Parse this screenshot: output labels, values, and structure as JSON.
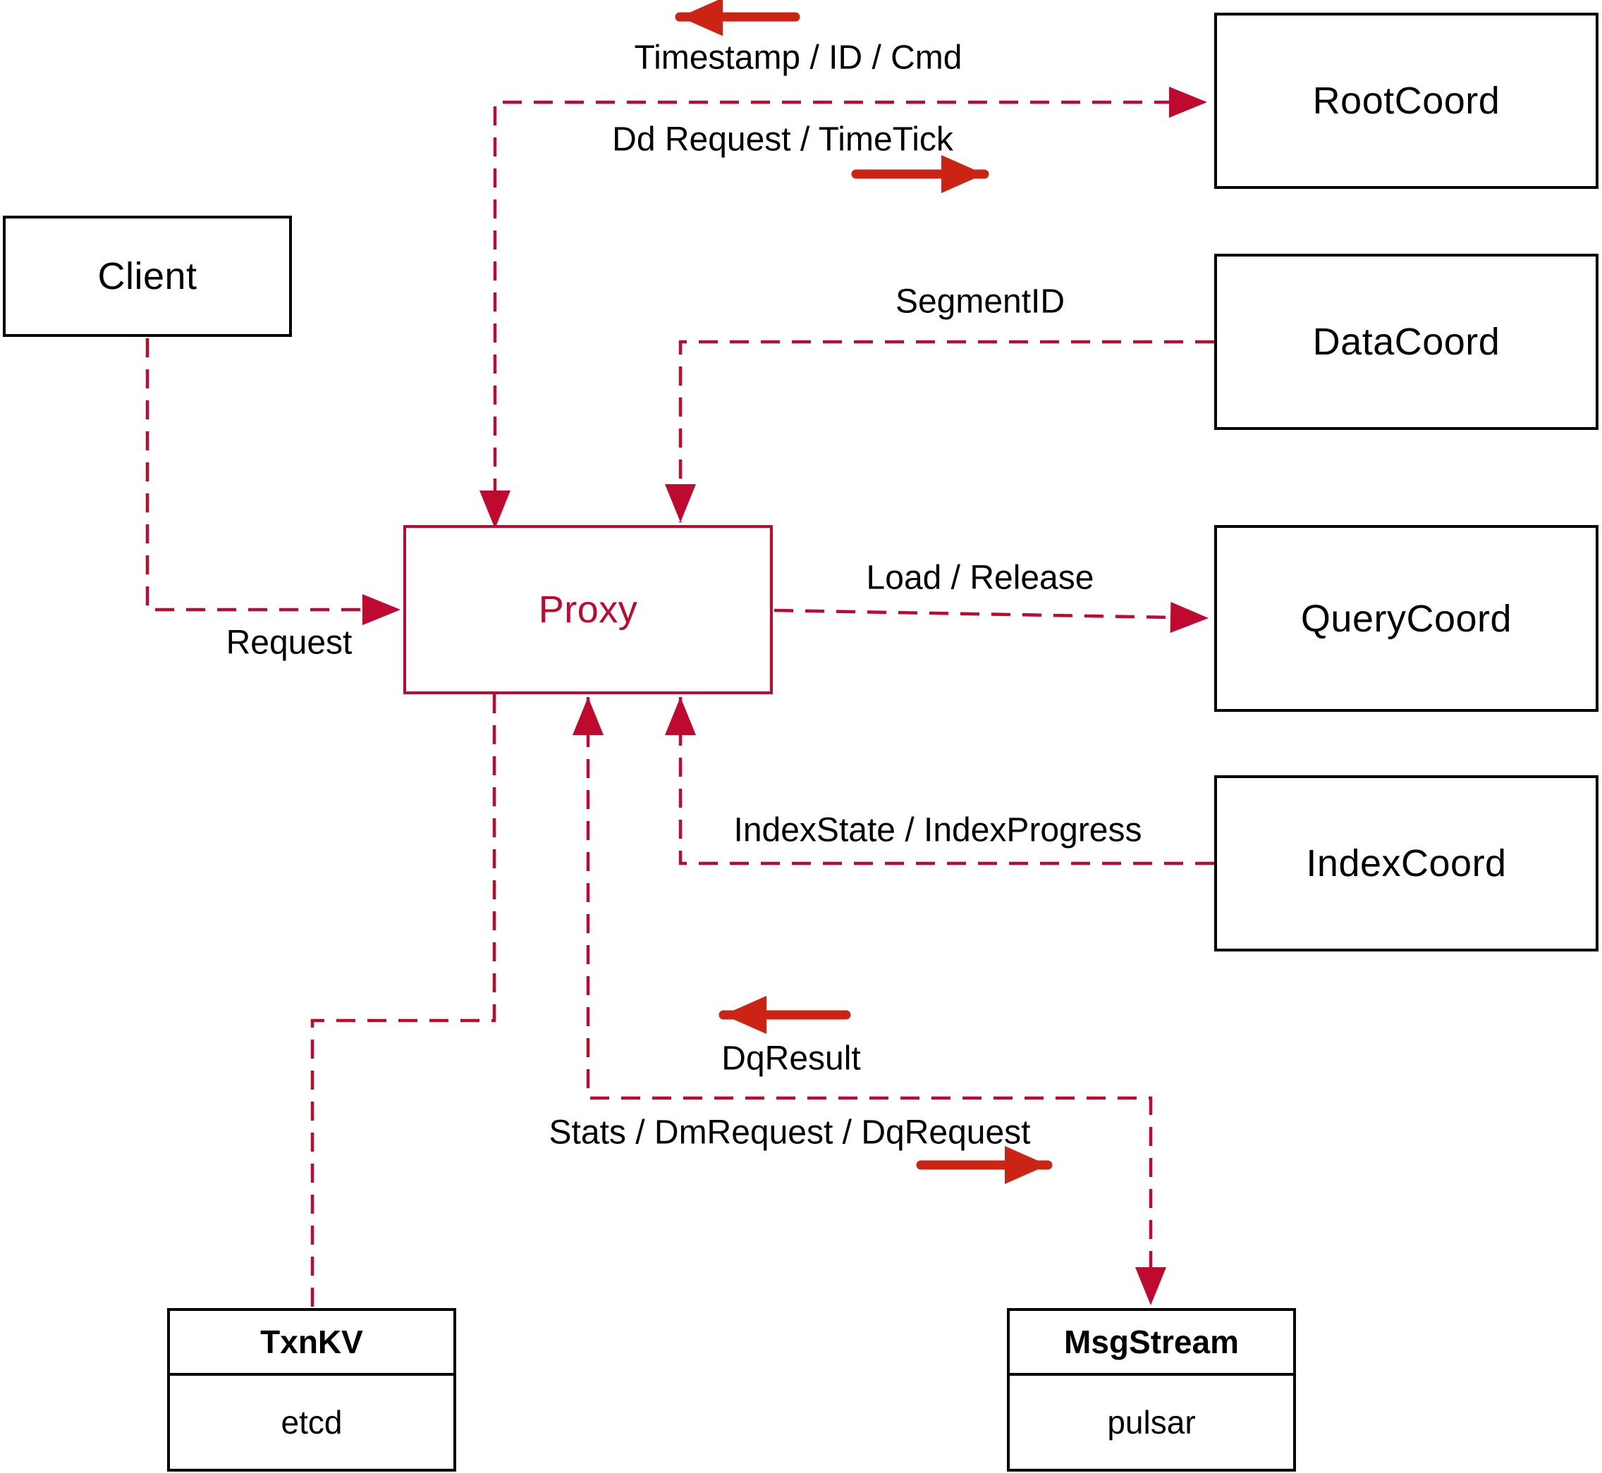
{
  "diagram": {
    "title_hint": "Proxy interaction diagram",
    "colors": {
      "dashed_line": "#bd0a2e",
      "solid_arrow": "#cc2414",
      "box_border": "#000000",
      "text": "#000000",
      "background": "#ffffff",
      "proxy_accent": "#bd0a2e"
    },
    "nodes": {
      "client": {
        "label": "Client"
      },
      "root_coord": {
        "label": "RootCoord"
      },
      "data_coord": {
        "label": "DataCoord"
      },
      "query_coord": {
        "label": "QueryCoord"
      },
      "index_coord": {
        "label": "IndexCoord"
      },
      "proxy": {
        "label": "Proxy"
      },
      "txn_kv": {
        "title": "TxnKV",
        "impl": "etcd"
      },
      "msg_stream": {
        "title": "MsgStream",
        "impl": "pulsar"
      }
    },
    "edges": [
      {
        "from": "client",
        "to": "proxy",
        "label": "Request",
        "style": "dashed-arrow"
      },
      {
        "from": "proxy",
        "to": "root_coord",
        "style": "dashed-double-arrow",
        "messages": [
          {
            "text": "Timestamp / ID / Cmd",
            "direction": "to-proxy",
            "arrow_icon": "left-arrow"
          },
          {
            "text": "Dd Request / TimeTick",
            "direction": "to-rootcoord",
            "arrow_icon": "right-arrow"
          }
        ]
      },
      {
        "from": "data_coord",
        "to": "proxy",
        "label": "SegmentID",
        "style": "dashed-arrow"
      },
      {
        "from": "proxy",
        "to": "query_coord",
        "label": "Load / Release",
        "style": "dashed-arrow"
      },
      {
        "from": "index_coord",
        "to": "proxy",
        "label": "IndexState / IndexProgress",
        "style": "dashed-arrow"
      },
      {
        "from": "proxy",
        "to": "msg_stream",
        "style": "dashed-double-arrow",
        "messages": [
          {
            "text": "DqResult",
            "direction": "to-proxy",
            "arrow_icon": "left-arrow"
          },
          {
            "text": "Stats / DmRequest / DqRequest",
            "direction": "to-msgstream",
            "arrow_icon": "right-arrow"
          }
        ]
      },
      {
        "from": "proxy",
        "to": "txn_kv",
        "label": "",
        "style": "dashed-plain"
      }
    ]
  }
}
